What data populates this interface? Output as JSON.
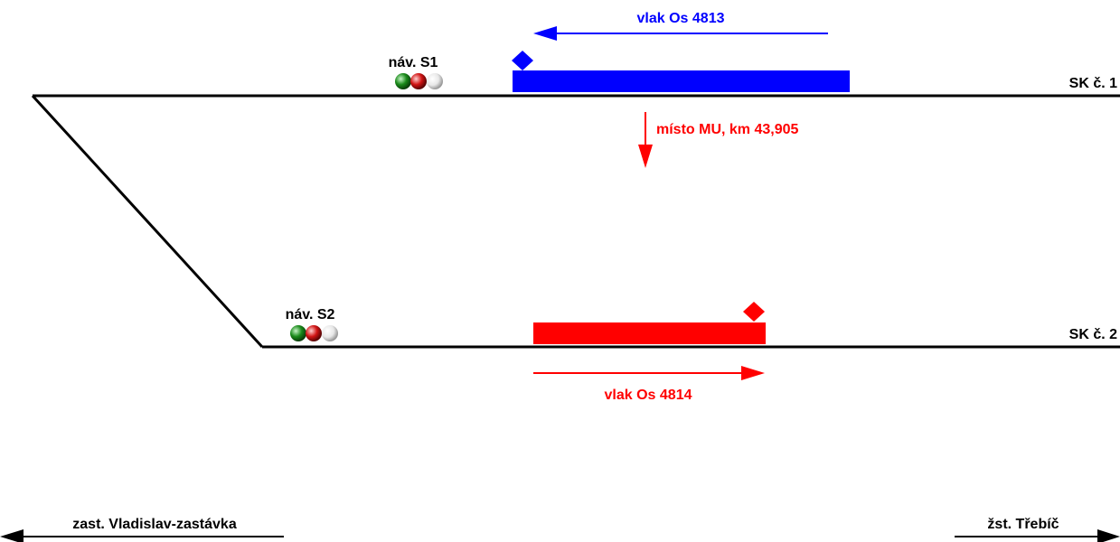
{
  "tracks": {
    "track1_label": "SK č. 1",
    "track2_label": "SK č. 2"
  },
  "signals": {
    "s1_label": "náv. S1",
    "s2_label": "náv. S2",
    "aspect_colors": [
      "#1a8a1a",
      "#d11414",
      "#f0f0f0"
    ]
  },
  "trains": {
    "train1": {
      "label": "vlak Os 4813",
      "color": "#0000ff",
      "direction": "left"
    },
    "train2": {
      "label": "vlak Os 4814",
      "color": "#ff0000",
      "direction": "right"
    }
  },
  "incident": {
    "label": "místo MU, km 43,905",
    "color": "#ff0000"
  },
  "destinations": {
    "left": "zast. Vladislav-zastávka",
    "right": "žst. Třebíč"
  }
}
